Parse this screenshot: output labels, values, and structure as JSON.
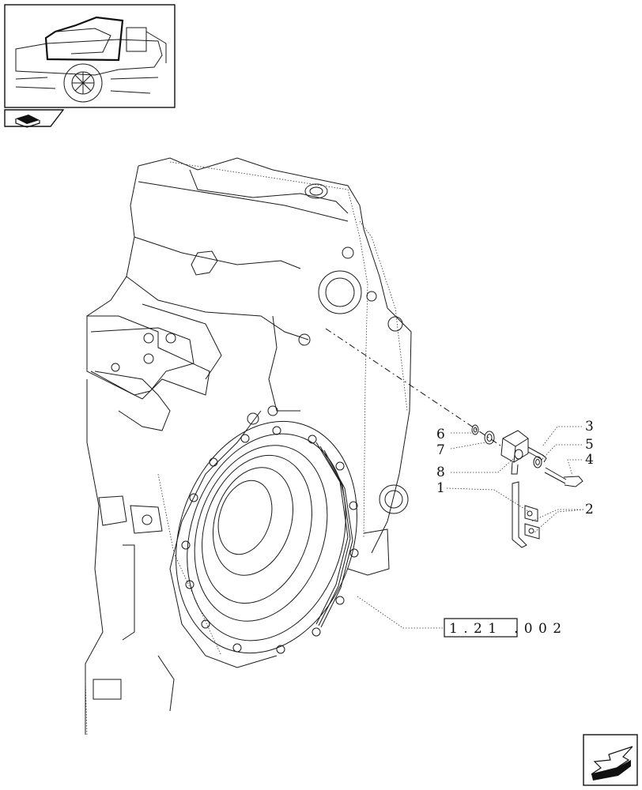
{
  "callouts": [
    {
      "num": "1"
    },
    {
      "num": "2"
    },
    {
      "num": "3"
    },
    {
      "num": "4"
    },
    {
      "num": "5"
    },
    {
      "num": "6"
    },
    {
      "num": "7"
    },
    {
      "num": "8"
    }
  ],
  "reference": {
    "box_part": "1 . 2 1",
    "suffix": ". 0   0 2"
  },
  "icons": {
    "thumbnail": "tractor-location-thumbnail-icon",
    "nav_prev": "previous-page-tab-icon",
    "nav_next": "next-page-arrow-icon"
  }
}
